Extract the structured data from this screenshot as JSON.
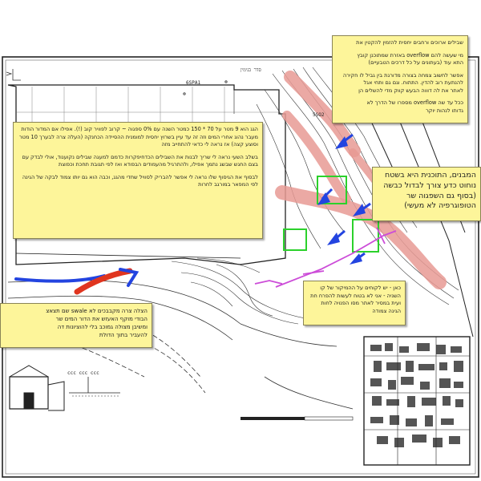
{
  "colors": {
    "note_bg": "#fdf59a",
    "highlight_pink": "#e79a94",
    "arrow_blue": "#2344e0",
    "arrow_red": "#e0351f",
    "box_green": "#2bd12b",
    "line_magenta": "#cc4cd8",
    "plan_line": "#222222"
  },
  "plan_labels": {
    "top_street_label": "סדר בנימין",
    "code_a": "6SPA1",
    "code_b": "5SO2",
    "bottom_left_title": "ccc ccc ccc"
  },
  "notes": {
    "note_top_right": {
      "lines": [
        "שבילים ארוכים ורחבים יחסית להזמין להקטין את",
        "מי שעשה להם overflow באזרת שמתוכנן קובץ",
        "התא עוד (בעתונים על כל דרכים הטבעיים)",
        "אפשר לחשוב צמחה בצורה מדורגת בין גביל לו חקירה",
        "להנתעת רוב להדין. התתוח. וגם גם ותחי אגל",
        "לאתר את לה דוווה הבעש קווק מדי להשלים הן",
        "ככל עד שה overflow מספרו של הדרך לא",
        "גדותו לנהות יוקר"
      ]
    },
    "note_main_left": {
      "lines": [
        "הגג הוא 9 מטר על 70 * 150 כמטר השנה עם 0% ספגוה ~ קרוב לפוויר קוב (!). אפילו אם המדור הודות מעבר נהוג אחרי המים וזה זה עד עיין בשרוץ יחסית למומנית ההסיידה הכחנקה (העלה צרה לבערך 10 מטר וסוצע קצה) אז נראה לי כדאי להתחייב מזה",
        "בשלב השעי נראה לי שריך לבנות את השבילים הכדחיפקרות כדמם למעגה שבילים נקוענוד, אולי לבדק עם בצם החגש שבשג נתמך אפילו, ולהתרגיל מהעמודים הבפודא ואז לפי תגובת תחכת וכפוצת",
        "לבסוף את הגיסוף שלו נראה לי אפשר להבריק לסוויל שחדי מהגג, וכבה הוא גם יותו צמוד לבקה של הגינה לפי המפאר במורגב לחרות"
      ]
    },
    "note_right_mid": {
      "text": "המבנים, התוכנית היא בשטח נוחוט כדע צורך לבדול כבשה (בסוף גם השפגוה שר הטופוגרפיה לא מעשי)"
    },
    "note_magenta": {
      "lines": [
        "כאן - יש לקוחים על ההמיקור של קו",
        "השניה - אני לא בטוח לעשות להפרח חת",
        "ועית במסיר לאתר מסו הפנויה לחות",
        "הגינה צמודה"
      ]
    },
    "note_bottom_left": {
      "lines": [
        "הצלה צרה מקבבכים לא swale שם תצאצ",
        "הבודי מוקף האעזש את הדור המים שר",
        "ומשיבן מצולה גמוכב בלי להוציונות דה",
        "להעביר בתוך הדולת"
      ]
    }
  }
}
